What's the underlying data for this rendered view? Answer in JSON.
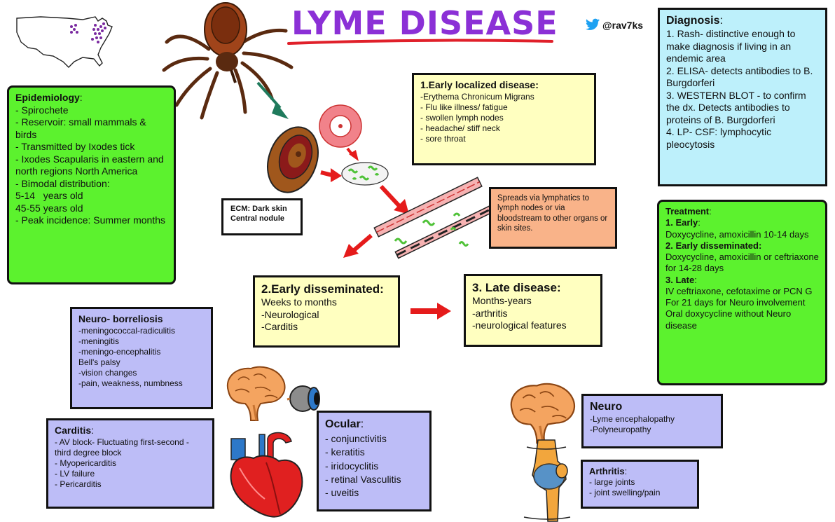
{
  "title": "LYME DISEASE",
  "twitter_handle": "@rav7ks",
  "colors": {
    "title": "#8b30d6",
    "underline": "#e0202a",
    "green_box": "#5cf22e",
    "cyan_box": "#bdf0fb",
    "yellow_box": "#ffffc0",
    "orange_box": "#f9b389",
    "purple_box": "#bdbdf7",
    "arrow": "#e51b1b",
    "teal_arrow": "#1f7a5c"
  },
  "icons": [
    "us-map-icon",
    "tick-icon",
    "twitter-bird-icon",
    "brain-icon",
    "eye-icon",
    "heart-icon",
    "knee-joint-icon",
    "rash-icon",
    "spirochete-icon",
    "blood-vessel-icon"
  ],
  "epidemiology": {
    "heading": "Epidemiology",
    "lines": [
      "- Spirochete",
      "- Reservoir: small mammals & birds",
      "- Transmitted by Ixodes tick",
      "- Ixodes Scapularis in eastern and north regions North America",
      "- Bimodal distribution:",
      "5-14   years old",
      "45-55 years old",
      "- Peak incidence: Summer months"
    ]
  },
  "diagnosis": {
    "heading": "Diagnosis",
    "lines": [
      "1. Rash- distinctive enough to make diagnosis if living in an endemic area",
      "2. ELISA- detects antibodies to B. Burgdorferi",
      "3. WESTERN BLOT - to confirm the dx. Detects antibodies to proteins of B. Burgdorferi",
      "4. LP- CSF: lymphocytic pleocytosis"
    ]
  },
  "treatment": {
    "heading": "Treatment",
    "items": [
      {
        "label": "1. Early",
        "text": "Doxycycline, amoxicillin 10-14 days"
      },
      {
        "label": "2. Early disseminated:",
        "text": "Doxycycline, amoxicillin or ceftriaxone for 14-28 days"
      },
      {
        "label": "3. Late",
        "text": "IV ceftriaxone, cefotaxime or PCN G For 21 days for Neuro involvement"
      }
    ],
    "last": "Oral  doxycycline without Neuro disease"
  },
  "early_localized": {
    "heading": "1.Early localized disease:",
    "lines": [
      "-Erythema Chronicum Migrans",
      "- Flu like illness/ fatigue",
      "- swollen lymph nodes",
      "- headache/ stiff neck",
      "- sore throat"
    ]
  },
  "ecm": {
    "lines": [
      "ECM: Dark skin",
      "Central nodule"
    ]
  },
  "spreads": {
    "text": "Spreads via lymphatics to lymph nodes or via bloodstream to other organs or skin sites."
  },
  "early_disseminated": {
    "heading": "2.Early disseminated:",
    "lines": [
      "Weeks to months",
      "-Neurological",
      "-Carditis"
    ]
  },
  "late_disease": {
    "heading": "3. Late disease:",
    "lines": [
      "Months-years",
      "-arthritis",
      "-neurological features"
    ]
  },
  "neuro_borreliosis": {
    "heading": "Neuro- borreliosis",
    "lines": [
      "-meningococcal-radiculitis",
      "-meningitis",
      "-meningo-encephalitis",
      "Bell's palsy",
      "-vision changes",
      "-pain, weakness,  numbness"
    ]
  },
  "carditis": {
    "heading": "Carditis",
    "lines": [
      "- AV block- Fluctuating  first-second - third degree block",
      "- Myopericarditis",
      "- LV failure",
      "- Pericarditis"
    ]
  },
  "ocular": {
    "heading": "Ocular",
    "lines": [
      "- conjunctivitis",
      "- keratitis",
      "- iridocyclitis",
      "- retinal Vasculitis",
      "- uveitis"
    ]
  },
  "neuro_late": {
    "heading": "Neuro",
    "lines": [
      "-Lyme encephalopathy",
      "-Polyneuropathy"
    ]
  },
  "arthritis": {
    "heading": "Arthritis",
    "lines": [
      "- large joints",
      "- joint swelling/pain"
    ]
  }
}
